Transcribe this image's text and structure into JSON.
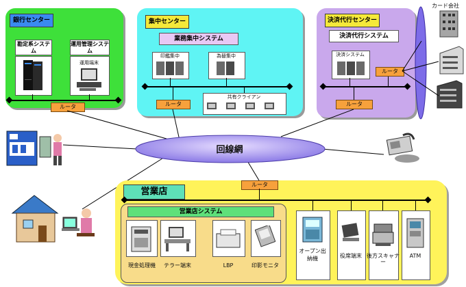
{
  "bank_center": {
    "title": "銀行センター",
    "accounting_system": "勘定系システム",
    "operations_system": "運用管理システム",
    "operations_terminal": "運用端末",
    "router": "ルータ"
  },
  "central_center": {
    "title": "集中センター",
    "system": "業務集中システム",
    "seal_central": "印鑑集中",
    "transfer_central": "為替集中",
    "shared_clients": "共有クライアン",
    "router": "ルータ"
  },
  "settlement_center": {
    "title": "決済代行センター",
    "system": "決済代行システム",
    "settlement_system": "決済システム",
    "router_inner": "ルータ",
    "router_outer": "ルータ"
  },
  "card_company": "カード会社",
  "network": "回線網",
  "branch": {
    "title": "営業店",
    "router": "ルータ",
    "system": "営業店システム",
    "devices": [
      "現金処理機",
      "テラー端末",
      "LBP",
      "印影モニタ"
    ],
    "terminals": [
      "オープン出納機",
      "役席端末",
      "後方スキャナー",
      "ATM"
    ]
  },
  "colors": {
    "bank_bg": "#3ee03a",
    "central_bg": "#5ff4f4",
    "settlement_bg": "#c9a8ec",
    "branch_bg": "#fff35a",
    "branch_inner_bg": "#f8dc8a",
    "network_ellipse": "#b6aaf0",
    "router": "#f7a13c"
  }
}
